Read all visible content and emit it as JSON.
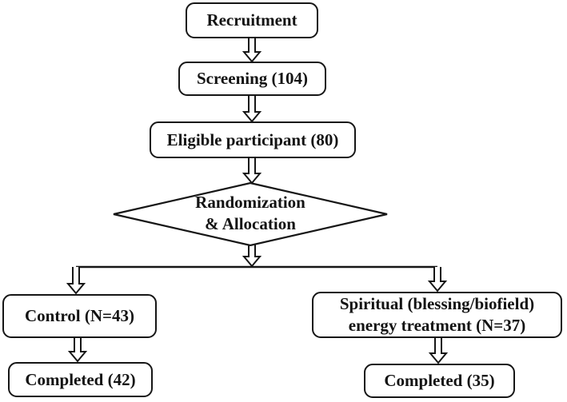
{
  "diagram": {
    "type": "flowchart",
    "colors": {
      "line": "#161616",
      "background": "#ffffff",
      "box_fill": "#ffffff",
      "text": "#131313"
    },
    "nodes": {
      "recruitment": {
        "label": "Recruitment"
      },
      "screening": {
        "label": "Screening (104)"
      },
      "eligible": {
        "label": "Eligible participant (80)"
      },
      "randomization": {
        "line1": "Randomization",
        "line2": "& Allocation"
      },
      "control": {
        "label": "Control (N=43)"
      },
      "spiritual": {
        "line1": "Spiritual (blessing/biofield)",
        "line2": "energy treatment (N=37)"
      },
      "completed_control": {
        "label": "Completed (42)"
      },
      "completed_spiritual": {
        "label": "Completed (35)"
      }
    },
    "edges": [
      "recruitment -> screening",
      "screening -> eligible",
      "eligible -> randomization",
      "randomization -> control",
      "randomization -> spiritual",
      "control -> completed_control",
      "spiritual -> completed_spiritual"
    ]
  }
}
